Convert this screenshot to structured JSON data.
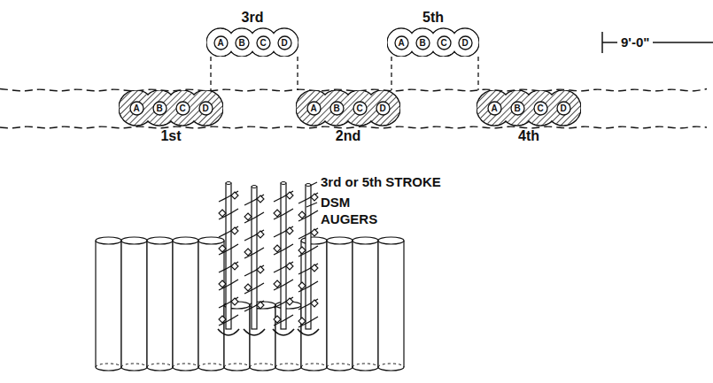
{
  "diagram": {
    "nodes": [
      {
        "text": [
          "3rd"
        ]
      },
      {
        "text": [
          "A"
        ],
        "in": 0
      },
      {
        "text": [
          "B"
        ],
        "in": 0
      },
      {
        "text": [
          "C"
        ],
        "in": 0
      },
      {
        "text": [
          "D"
        ],
        "in": 0
      },
      {
        "text": [
          "5th"
        ]
      },
      {
        "text": [
          "A"
        ],
        "in": 5
      },
      {
        "text": [
          "B"
        ],
        "in": 5
      },
      {
        "text": [
          "C"
        ],
        "in": 5
      },
      {
        "text": [
          "D"
        ],
        "in": 5
      },
      {
        "text": [
          "1st"
        ]
      },
      {
        "text": [
          "A"
        ],
        "in": 10
      },
      {
        "text": [
          "B"
        ],
        "in": 10
      },
      {
        "text": [
          "C"
        ],
        "in": 10
      },
      {
        "text": [
          "D"
        ],
        "in": 10
      },
      {
        "text": [
          "2nd"
        ]
      },
      {
        "text": [
          "A"
        ],
        "in": 15
      },
      {
        "text": [
          "B"
        ],
        "in": 15
      },
      {
        "text": [
          "C"
        ],
        "in": 15
      },
      {
        "text": [
          "D"
        ],
        "in": 15
      },
      {
        "text": [
          "4th"
        ]
      },
      {
        "text": [
          "A"
        ],
        "in": 20
      },
      {
        "text": [
          "B"
        ],
        "in": 20
      },
      {
        "text": [
          "C"
        ],
        "in": 20
      },
      {
        "text": [
          "D"
        ],
        "in": 20
      }
    ],
    "edges": [
      {
        "from": 0,
        "to": 10,
        "arrow": "none"
      },
      {
        "from": 0,
        "to": 15,
        "arrow": "none"
      },
      {
        "from": 5,
        "to": 15,
        "arrow": "none"
      },
      {
        "from": 5,
        "to": 20,
        "arrow": "none"
      }
    ],
    "labels": [
      "9'-0\"",
      "3rd or 5th STROKE",
      "DSM AUGERS"
    ]
  }
}
